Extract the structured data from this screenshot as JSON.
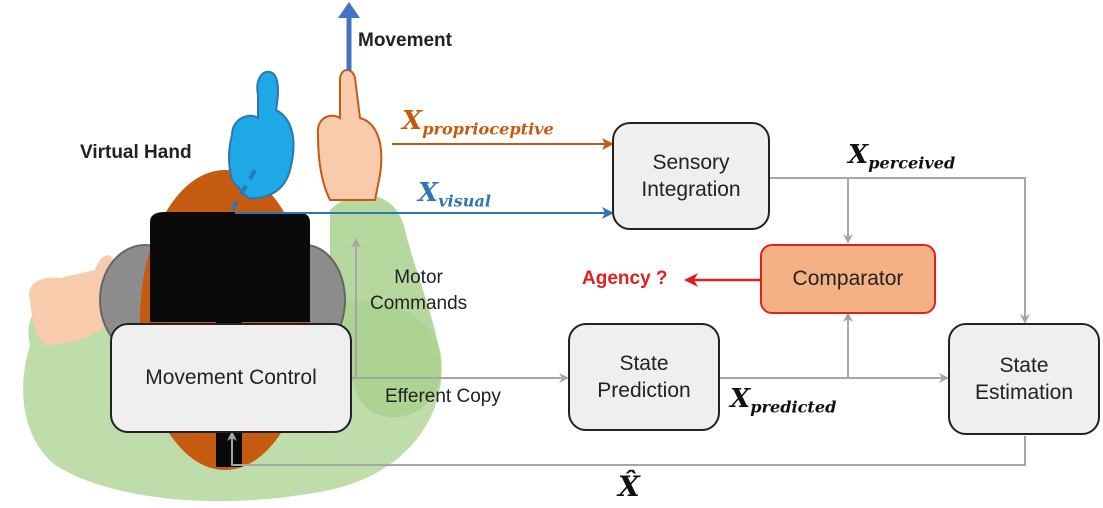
{
  "labels": {
    "movement": "Movement",
    "virtual_hand": "Virtual Hand",
    "motor_commands_line1": "Motor",
    "motor_commands_line2": "Commands",
    "efferent_copy": "Efferent Copy",
    "agency": "Agency ?"
  },
  "boxes": {
    "sensory_integration": [
      "Sensory",
      "Integration"
    ],
    "comparator": "Comparator",
    "movement_control": "Movement Control",
    "state_prediction": [
      "State",
      "Prediction"
    ],
    "state_estimation": [
      "State",
      "Estimation"
    ]
  },
  "variables": {
    "proprioceptive": {
      "base": "X",
      "sub": "proprioceptive"
    },
    "visual": {
      "base": "X",
      "sub": "visual"
    },
    "perceived": {
      "base": "X",
      "sub": "perceived"
    },
    "predicted": {
      "base": "X",
      "sub": "predicted"
    },
    "estimate": "X̂"
  },
  "colors": {
    "proprioceptive": "#c55a11",
    "visual": "#2e75b6",
    "agency": "#e02020",
    "arrow": "#a6a6a6",
    "movement_arrow": "#4472c4",
    "comparator_fill": "#f4b183",
    "box_fill": "#efefef",
    "virtual_hand": "#1fa8e6",
    "skin": "#f8cbad",
    "body": "#a9d18e",
    "hair": "#c55a11"
  }
}
